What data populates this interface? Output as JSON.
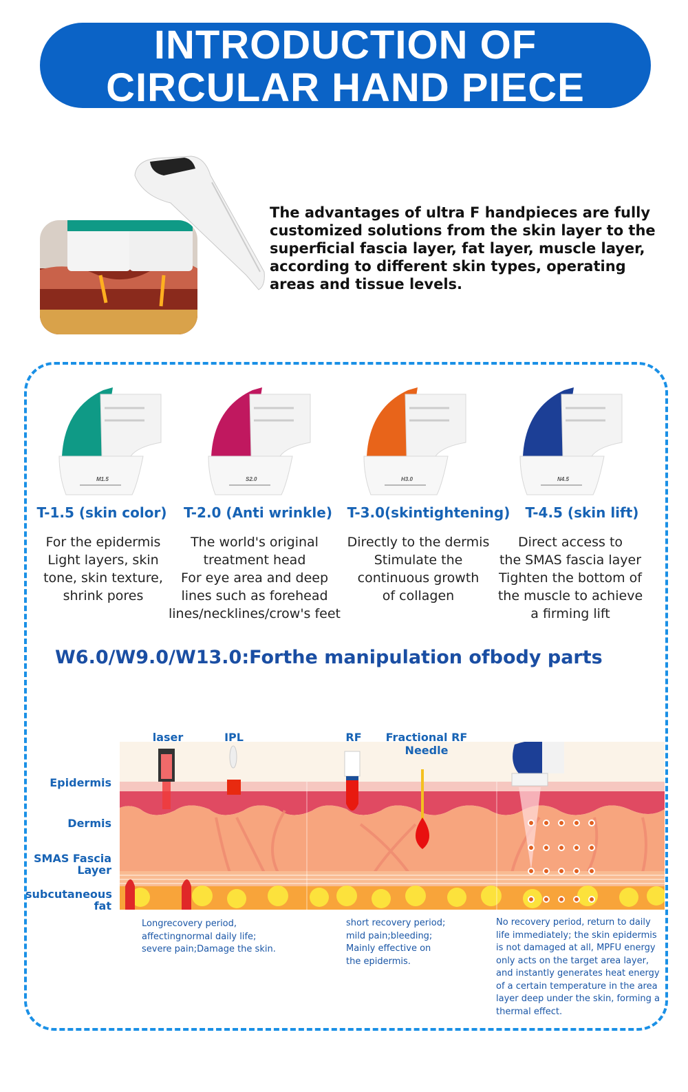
{
  "title": {
    "line1": "INTRODUCTION OF",
    "line2": "CIRCULAR HAND PIECE"
  },
  "intro": "The advantages of ultra F handpieces are fully customized solutions from the skin layer to the superficial fascia layer, fat layer, muscle layer, according to different skin types, operating areas and tissue levels.",
  "cartridges": [
    {
      "label": "T-1.5 (skin color)",
      "desc": "For the epidermis\nLight layers, skin\ntone, skin texture,\nshrink pores",
      "color": "#0f9a86",
      "mark": "M1.5"
    },
    {
      "label": "T-2.0 (Anti wrinkle)",
      "desc": "The world's original\ntreatment head\nFor eye area and deep\nlines such as forehead\nlines/necklines/crow's feet",
      "color": "#c0185f",
      "mark": "S2.0"
    },
    {
      "label": "T-3.0(skintightening)",
      "desc": "Directly to the dermis\nStimulate the\ncontinuous growth\nof collagen",
      "color": "#e8641a",
      "mark": "H3.0"
    },
    {
      "label": "T-4.5 (skin lift)",
      "desc": "Direct access to\nthe SMAS fascia layer\nTighten the bottom of\nthe muscle to achieve\na firming lift",
      "color": "#1c3f96",
      "mark": "N4.5"
    }
  ],
  "body_line": "W6.0/W9.0/W13.0:Forthe manipulation ofbody parts",
  "diagram": {
    "layers": [
      "Epidermis",
      "Dermis",
      "SMAS Fascia Layer",
      "subcutaneous fat"
    ],
    "tools": [
      "laser",
      "IPL",
      "RF",
      "Fractional RF Needle"
    ],
    "notes": [
      "Longrecovery period,\naffectingnormal daily life;\nsevere pain;Damage the skin.",
      "short recovery period;\nmild pain;bleeding;\nMainly effective on\nthe epidermis.",
      "No recovery period, return to daily\nlife immediately; the skin epidermis\nis not damaged at all, MPFU energy\nonly acts on the target area layer,\nand instantly generates heat energy\nof a certain temperature in the area\nlayer deep under the skin, forming a\nthermal effect."
    ]
  },
  "colors": {
    "brand": "#0b63c6",
    "frame": "#1a90e6",
    "text_blue": "#1763b5"
  }
}
